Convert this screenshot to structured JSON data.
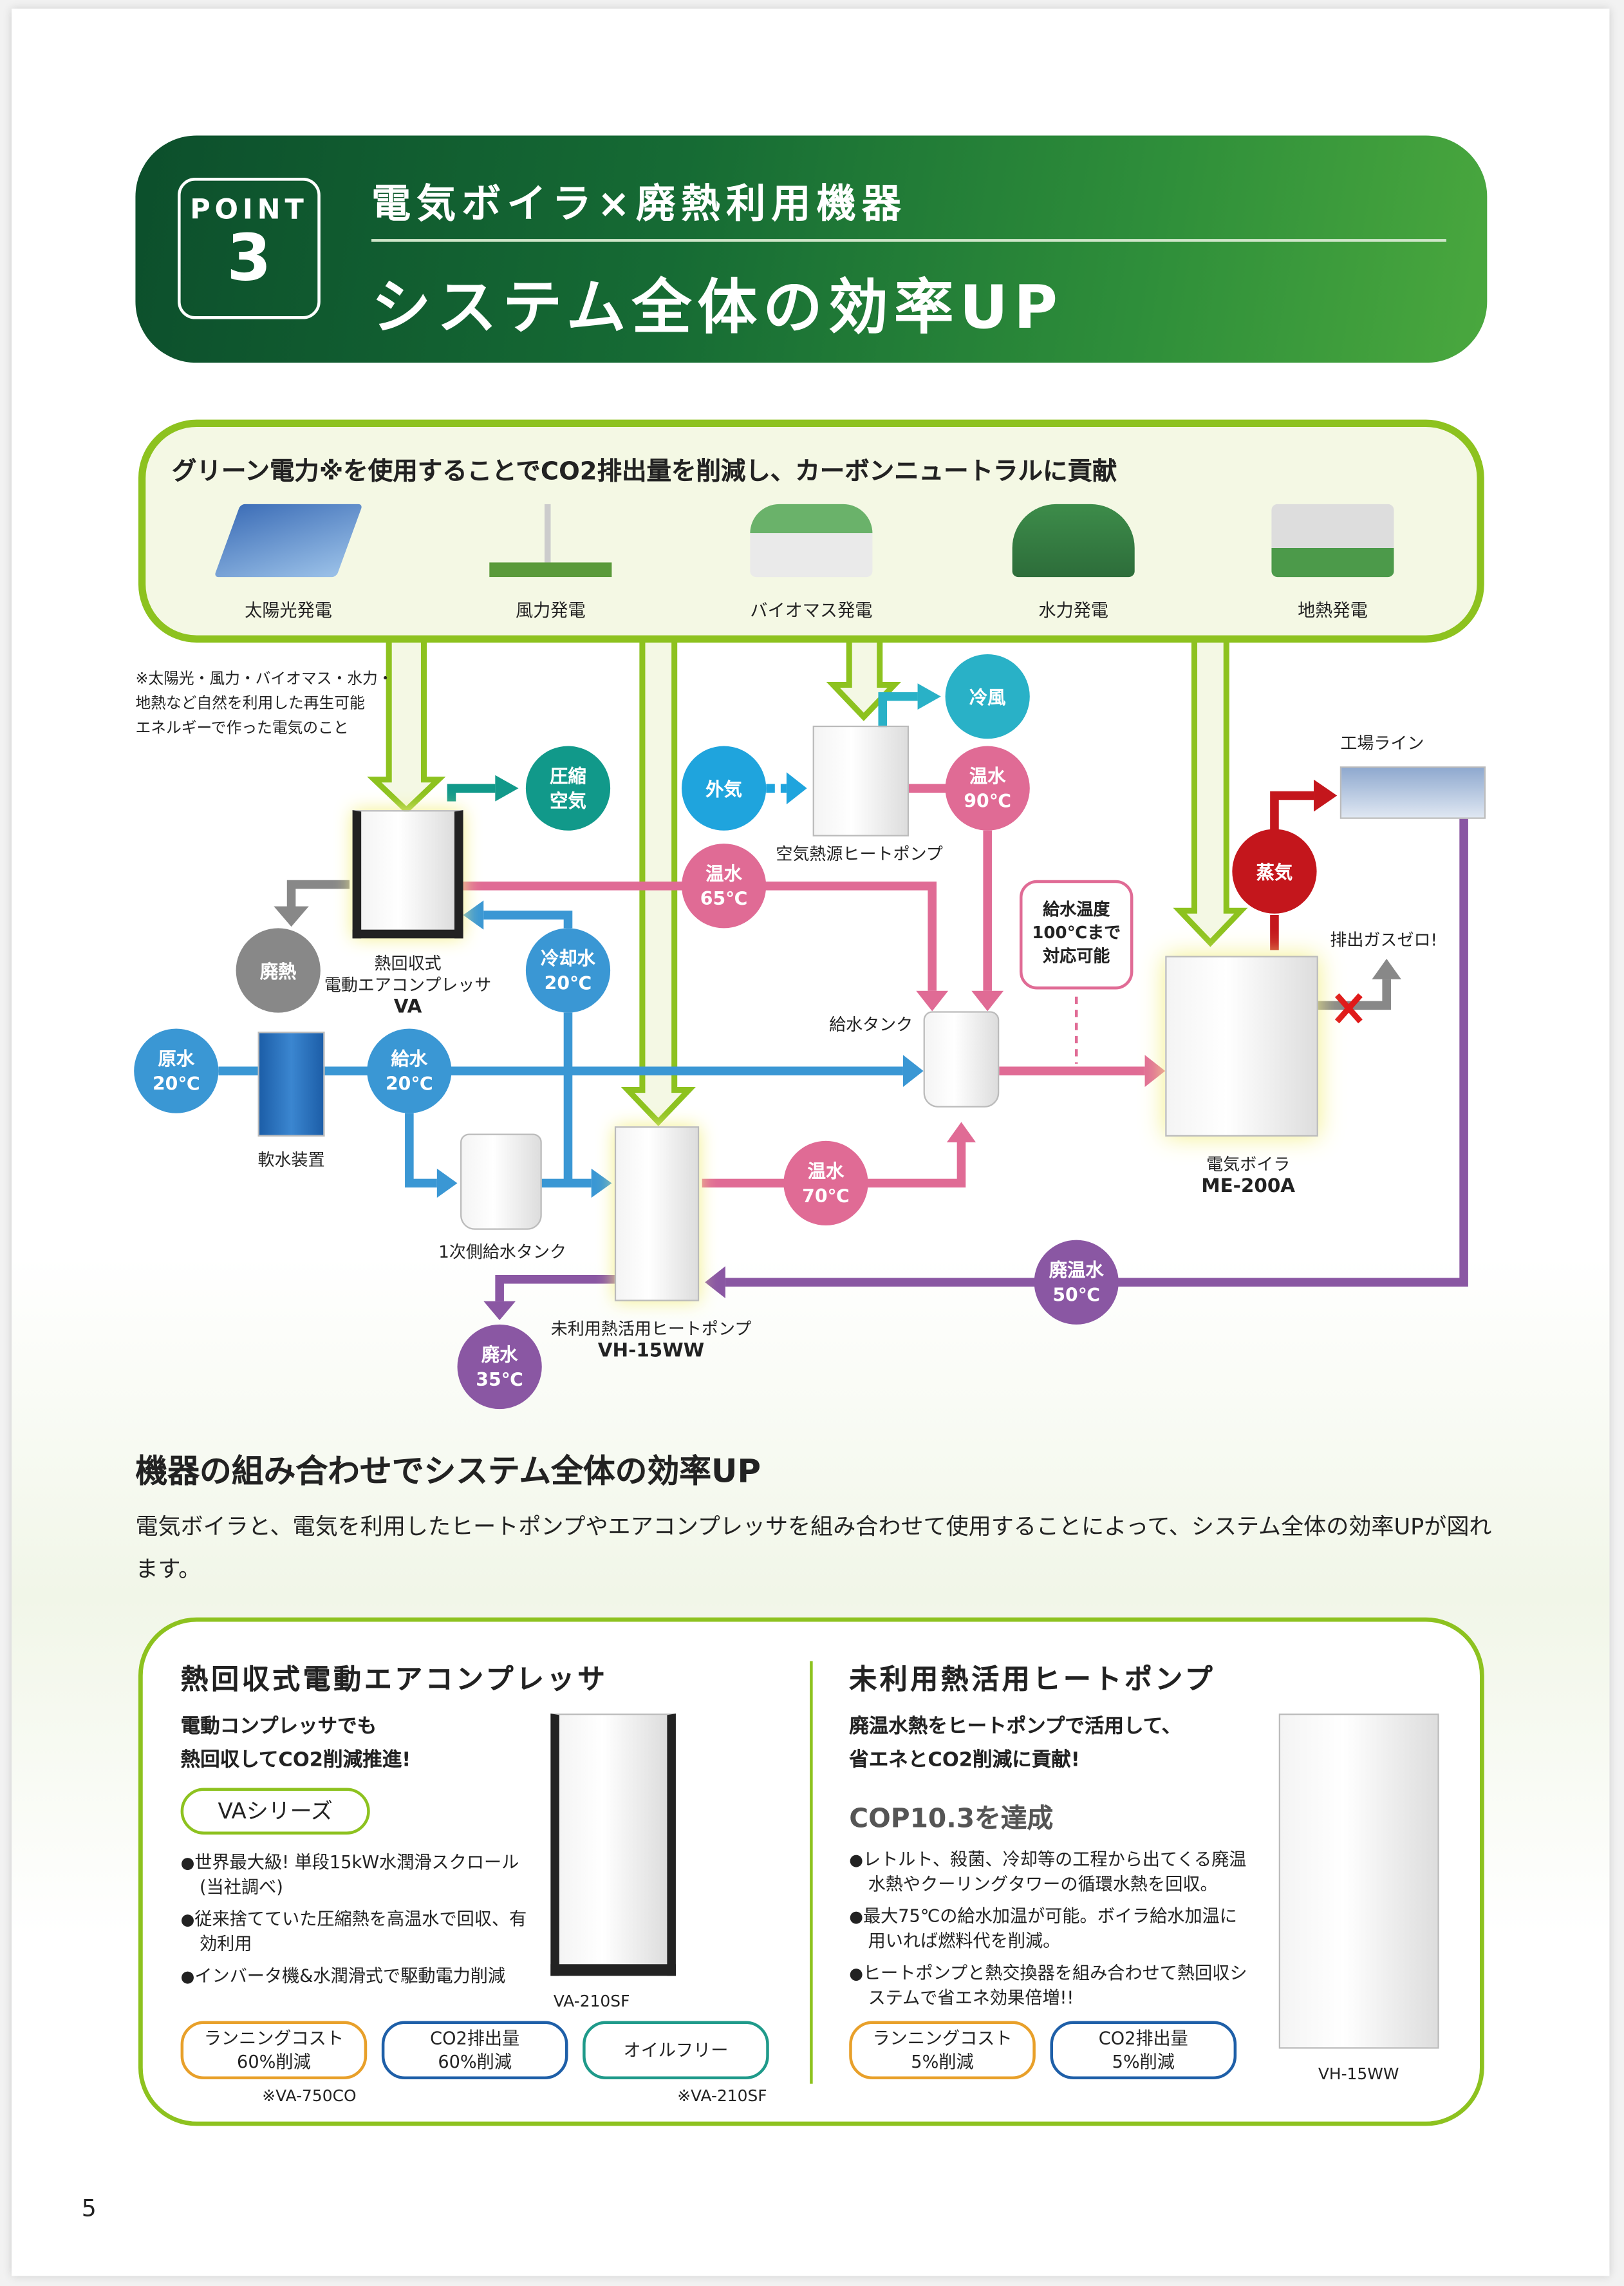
{
  "header": {
    "point_label": "POINT",
    "point_number": "3",
    "title": "電気ボイラ×廃熱利用機器",
    "subtitle": "システム全体の効率UP"
  },
  "green_power": {
    "heading": "グリーン電力※を使用することでCO2排出量を削減し、カーボンニュートラルに貢献",
    "sources": [
      {
        "label": "太陽光発電",
        "icon": "solar-panel-icon"
      },
      {
        "label": "風力発電",
        "icon": "wind-turbine-icon"
      },
      {
        "label": "バイオマス発電",
        "icon": "biomass-plant-icon"
      },
      {
        "label": "水力発電",
        "icon": "hydro-dam-icon"
      },
      {
        "label": "地熱発電",
        "icon": "geothermal-plant-icon"
      }
    ],
    "note": [
      "※太陽光・風力・バイオマス・水力・",
      "地熱など自然を利用した再生可能",
      "エネルギーで作った電気のこと"
    ]
  },
  "diagram": {
    "circles": {
      "compressed_air": [
        "圧縮",
        "空気"
      ],
      "outside_air": [
        "外気",
        ""
      ],
      "cold_air": [
        "冷風",
        ""
      ],
      "hot90": [
        "温水",
        "90℃"
      ],
      "hot65": [
        "温水",
        "65℃"
      ],
      "steam": [
        "蒸気",
        ""
      ],
      "waste_heat": [
        "廃熱",
        ""
      ],
      "cooling": [
        "冷却水",
        "20℃"
      ],
      "raw": [
        "原水",
        "20℃"
      ],
      "feed": [
        "給水",
        "20℃"
      ],
      "hot70": [
        "温水",
        "70℃"
      ],
      "waste_hot": [
        "廃温水",
        "50℃"
      ],
      "drain": [
        "廃水",
        "35℃"
      ]
    },
    "labels": {
      "compressor": [
        "熱回収式",
        "電動エアコンプレッサ",
        "VA"
      ],
      "air_hp": "空気熱源ヒートポンプ",
      "softener": "軟水装置",
      "primary_tank": "1次側給水タンク",
      "vh": [
        "未利用熱活用ヒートポンプ",
        "VH-15WW"
      ],
      "feed_tank": "給水タンク",
      "boiler": [
        "電気ボイラ",
        "ME-200A"
      ],
      "factory": "工場ライン",
      "zero_gas": "排出ガスゼロ!"
    },
    "callout": [
      "給水温度",
      "100℃まで",
      "対応可能"
    ],
    "colors": {
      "green": "#8dc21f",
      "blue": "#3a97d4",
      "pink": "#e06b95",
      "purple": "#8a57a3",
      "red": "#c4161c",
      "teal": "#11998a",
      "gray": "#888888"
    }
  },
  "section": {
    "heading": "機器の組み合わせでシステム全体の効率UP",
    "body": "電気ボイラと、電気を利用したヒートポンプやエアコンプレッサを組み合わせて使用することによって、システム全体の効率UPが図れます。"
  },
  "left_card": {
    "title": "熱回収式電動エアコンプレッサ",
    "lead": [
      "電動コンプレッサでも",
      "熱回収してCO2削減推進!"
    ],
    "series": "VAシリーズ",
    "bullets": [
      "世界最大級! 単段15kW水潤滑スクロール (当社調べ)",
      "従来捨てていた圧縮熱を高温水で回収、有効利用",
      "インバータ機&水潤滑式で駆動電力削減"
    ],
    "model": "VA-210SF",
    "pills": [
      [
        "ランニングコスト",
        "60%削減"
      ],
      [
        "CO2排出量",
        "60%削減"
      ],
      [
        "オイルフリー",
        ""
      ]
    ],
    "footnotes": [
      "※VA-750CO",
      "※VA-210SF"
    ]
  },
  "right_card": {
    "title": "未利用熱活用ヒートポンプ",
    "lead": [
      "廃温水熱をヒートポンプで活用して、",
      "省エネとCO2削減に貢献!"
    ],
    "cop": "COP10.3を達成",
    "bullets": [
      "レトルト、殺菌、冷却等の工程から出てくる廃温水熱やクーリングタワーの循環水熱を回収。",
      "最大75℃の給水加温が可能。ボイラ給水加温に用いれば燃料代を削減。",
      "ヒートポンプと熱交換器を組み合わせて熱回収システムで省エネ効果倍増!!"
    ],
    "model": "VH-15WW",
    "pills": [
      [
        "ランニングコスト",
        "5%削減"
      ],
      [
        "CO2排出量",
        "5%削減"
      ]
    ]
  },
  "page_number": "5"
}
